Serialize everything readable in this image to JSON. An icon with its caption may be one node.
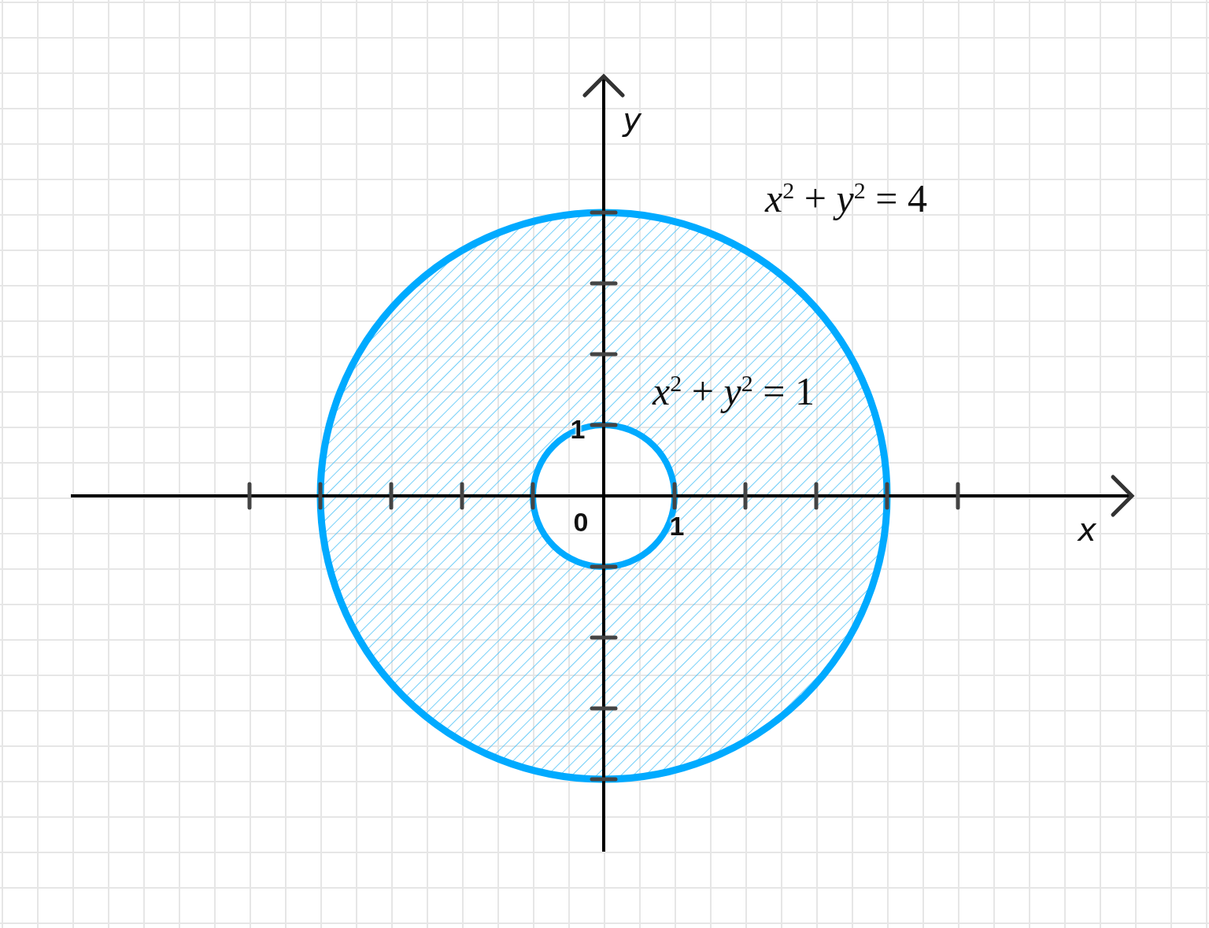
{
  "diagram": {
    "labels": [
      "y",
      "*x*$^{2}$ + *y*$^{2}$ = 4",
      "*x*$^{2}$ + *y*$^{2}$ = 1",
      "1",
      "0",
      "1",
      "x"
    ]
  }
}
